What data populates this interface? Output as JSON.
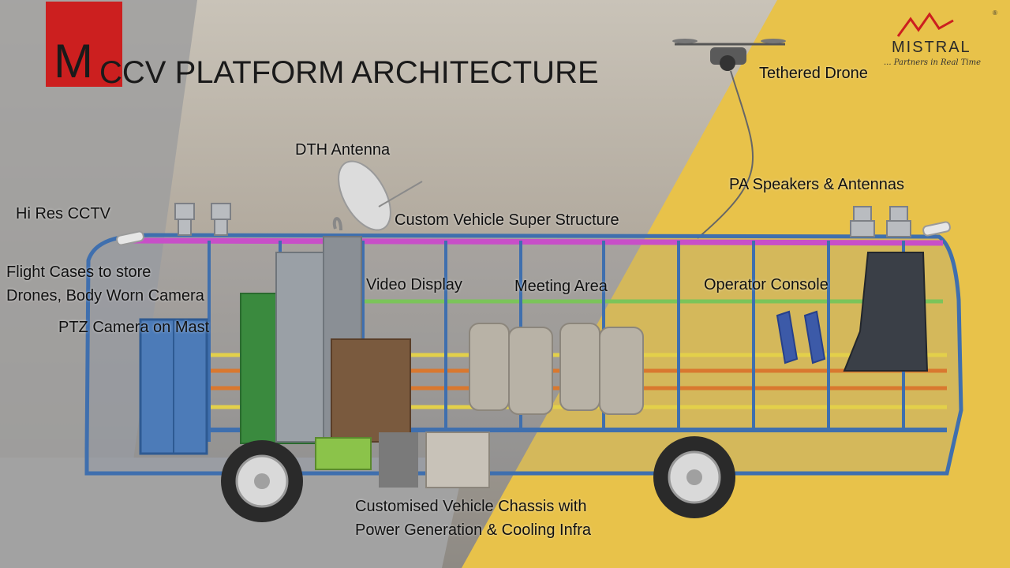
{
  "title": {
    "initial": "M",
    "rest": "CCV PLATFORM ARCHITECTURE"
  },
  "logo": {
    "name": "MISTRAL",
    "tagline": "... Partners in Real Time",
    "mark": "®"
  },
  "labels": {
    "tethered_drone": "Tethered Drone",
    "dth_antenna": "DTH Antenna",
    "pa_speakers": "PA Speakers & Antennas",
    "hi_res_cctv": "Hi Res CCTV",
    "super_structure": "Custom Vehicle Super Structure",
    "flight_cases": "Flight Cases to store\nDrones, Body Worn Camera",
    "ptz_camera": "PTZ Camera on Mast",
    "video_display": "Video Display",
    "meeting_area": "Meeting Area",
    "operator_console": "Operator Console",
    "chassis": "Customised Vehicle Chassis with\nPower Generation & Cooling Infra"
  },
  "colors": {
    "brand_red": "#cc1f1f",
    "bg_grey": "#9a9a9a",
    "bg_yellow": "#e8c24a",
    "frame_blue": "#3f6fae",
    "rail_magenta": "#c84fc8",
    "rail_green": "#7bc45a",
    "rail_yellow": "#e3d04a",
    "rail_orange": "#d9782f"
  }
}
